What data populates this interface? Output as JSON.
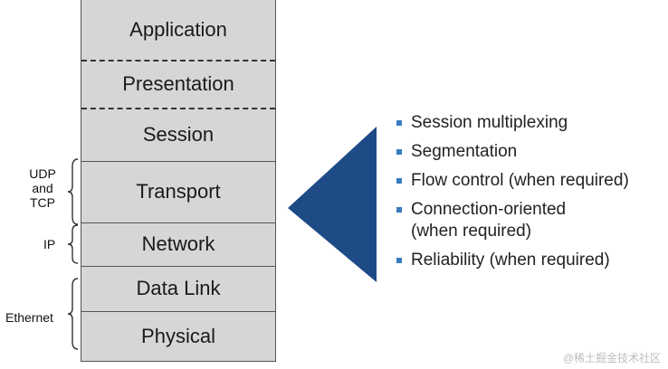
{
  "layers": [
    {
      "label": "Application"
    },
    {
      "label": "Presentation"
    },
    {
      "label": "Session"
    },
    {
      "label": "Transport"
    },
    {
      "label": "Network"
    },
    {
      "label": "Data Link"
    },
    {
      "label": "Physical"
    }
  ],
  "protocols": {
    "udp_tcp": [
      "UDP",
      "and",
      "TCP"
    ],
    "ip": "IP",
    "ethernet": "Ethernet"
  },
  "functions": [
    "Session multiplexing",
    "Segmentation",
    "Flow control (when required)",
    "Connection-oriented",
    "(when required)",
    "Reliability (when required)"
  ],
  "colors": {
    "layer_fill": "#d6d6d6",
    "triangle": "#1e4a86",
    "bullet": "#3a7bbf"
  },
  "watermark": "@稀土掘金技术社区"
}
